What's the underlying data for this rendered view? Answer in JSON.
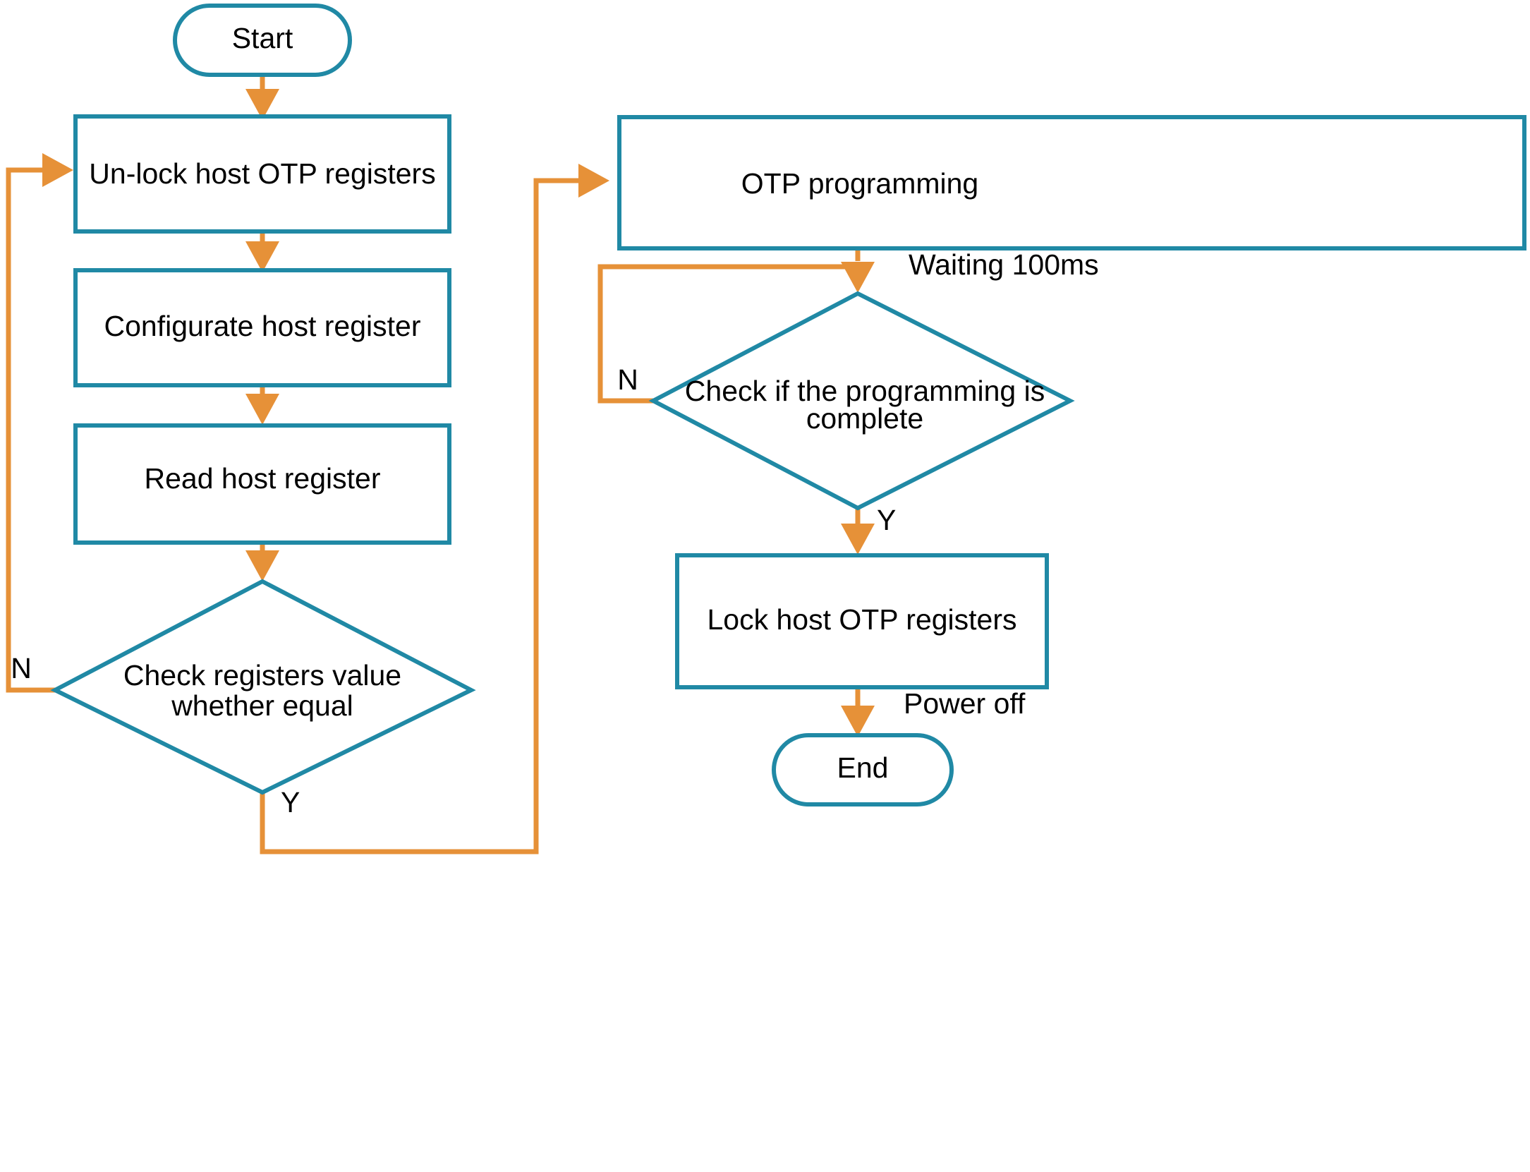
{
  "diagram": {
    "title": "OTP programming flowchart",
    "colors": {
      "shape_stroke": "#2089a5",
      "connector": "#e69138",
      "text": "#000000",
      "background": "#ffffff"
    },
    "nodes": [
      {
        "id": "start",
        "type": "terminator",
        "label": "Start"
      },
      {
        "id": "unlock",
        "type": "process",
        "label": "Un-lock host OTP registers"
      },
      {
        "id": "configurate",
        "type": "process",
        "label": "Configurate host register"
      },
      {
        "id": "read",
        "type": "process",
        "label": "Read host register"
      },
      {
        "id": "check_equal",
        "type": "decision",
        "label_line1": "Check registers value",
        "label_line2": "whether equal"
      },
      {
        "id": "otp_prog",
        "type": "process",
        "label": "OTP programming"
      },
      {
        "id": "check_done",
        "type": "decision",
        "label_line1": "Check if the programming is",
        "label_line2": "complete"
      },
      {
        "id": "lock",
        "type": "process",
        "label": "Lock host OTP registers"
      },
      {
        "id": "end",
        "type": "terminator",
        "label": "End"
      }
    ],
    "edge_labels": {
      "check_equal_no": "N",
      "check_equal_yes": "Y",
      "waiting": "Waiting 100ms",
      "check_done_no": "N",
      "check_done_yes": "Y",
      "power_off": "Power off"
    }
  }
}
